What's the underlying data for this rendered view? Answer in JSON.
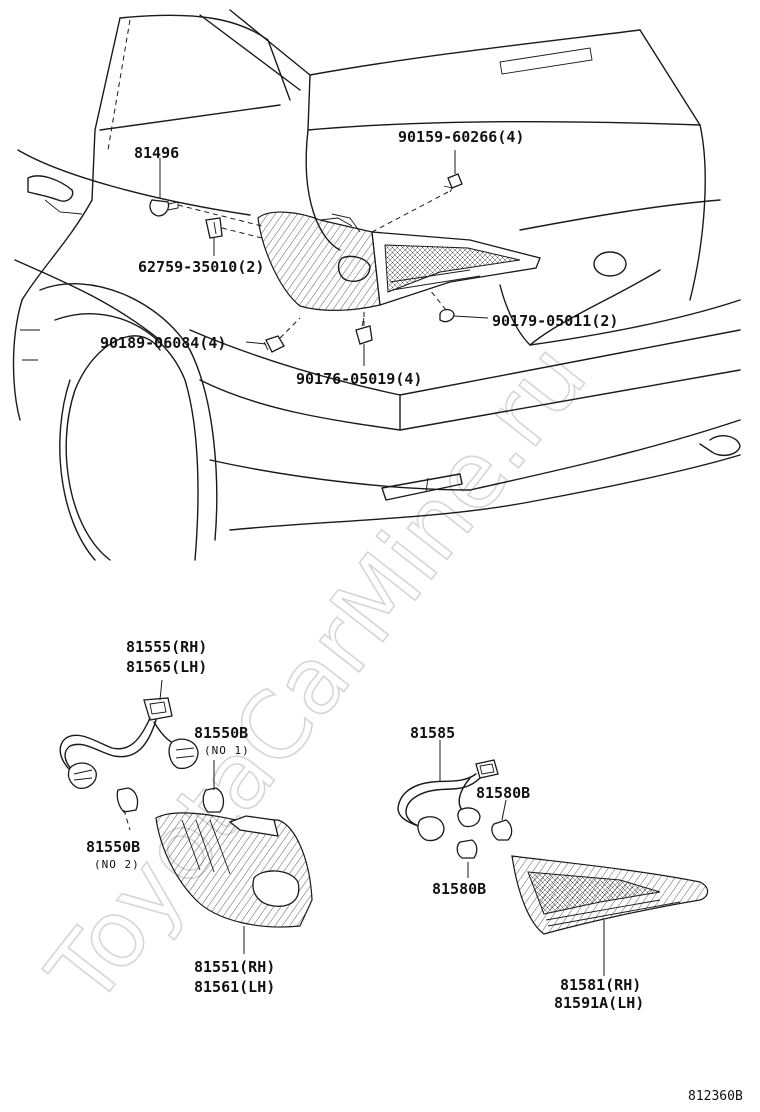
{
  "watermark": "ToyotaCarMine.ru",
  "figure_code": "812360B",
  "callouts": [
    {
      "id": "81496",
      "text": "81496"
    },
    {
      "id": "90159-60266",
      "text": "90159-60266(4)"
    },
    {
      "id": "62759-35010",
      "text": "62759-35010(2)"
    },
    {
      "id": "90179-05011",
      "text": "90179-05011(2)"
    },
    {
      "id": "90189-06084",
      "text": "90189-06084(4)"
    },
    {
      "id": "90176-05019",
      "text": "90176-05019(4)"
    },
    {
      "id": "81555-rh",
      "text": "81555(RH)"
    },
    {
      "id": "81565-lh",
      "text": "81565(LH)"
    },
    {
      "id": "81550b-top",
      "text": "81550B"
    },
    {
      "id": "no1",
      "text": "(NO 1)"
    },
    {
      "id": "81550b-left",
      "text": "81550B"
    },
    {
      "id": "no2",
      "text": "(NO 2)"
    },
    {
      "id": "81551-rh",
      "text": "81551(RH)"
    },
    {
      "id": "81561-lh",
      "text": "81561(LH)"
    },
    {
      "id": "81585",
      "text": "81585"
    },
    {
      "id": "81580b-top",
      "text": "81580B"
    },
    {
      "id": "81580b-bottom",
      "text": "81580B"
    },
    {
      "id": "81581-rh",
      "text": "81581(RH)"
    },
    {
      "id": "81591a-lh",
      "text": "81591A(LH)"
    }
  ]
}
